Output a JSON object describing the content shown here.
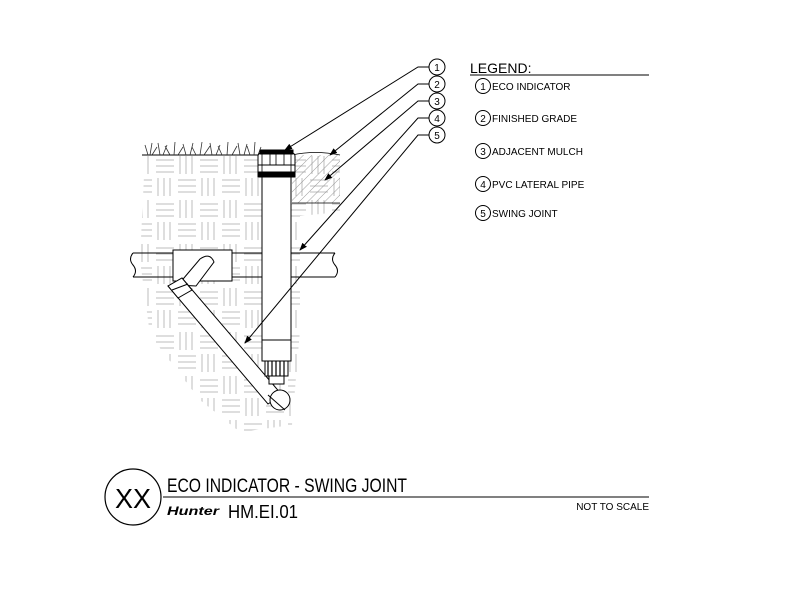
{
  "legend": {
    "title": "LEGEND:",
    "items": [
      {
        "num": "1",
        "label": "ECO INDICATOR"
      },
      {
        "num": "2",
        "label": "FINISHED GRADE"
      },
      {
        "num": "3",
        "label": "ADJACENT MULCH"
      },
      {
        "num": "4",
        "label": "PVC LATERAL PIPE"
      },
      {
        "num": "5",
        "label": "SWING JOINT"
      }
    ]
  },
  "callouts": [
    "1",
    "2",
    "3",
    "4",
    "5"
  ],
  "title_block": {
    "detail_id": "XX",
    "title": "ECO INDICATOR - SWING JOINT",
    "logo": "Hunter",
    "code": "HM.EI.01",
    "scale": "NOT TO SCALE"
  }
}
